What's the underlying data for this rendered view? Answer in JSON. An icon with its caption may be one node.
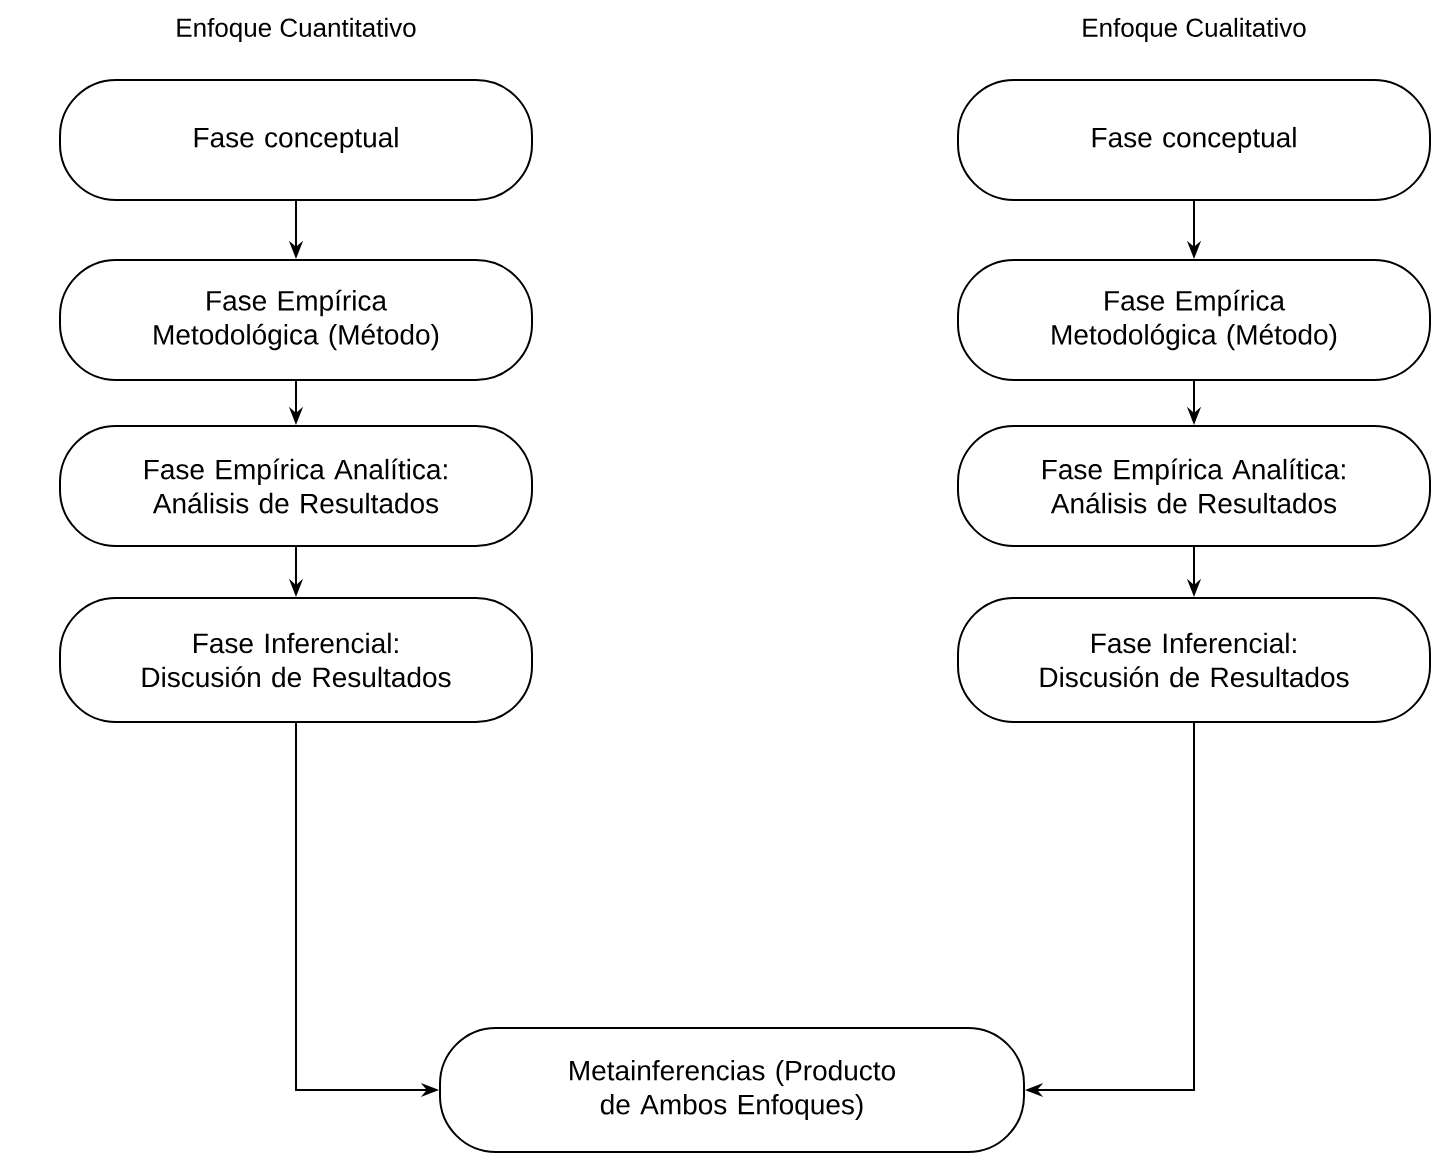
{
  "diagram": {
    "nodes": [
      {
        "text": [
          "Fase conceptual"
        ]
      },
      {
        "text": [
          "Fase Empírica Metodológica (Método)"
        ]
      },
      {
        "text": [
          "Fase Empírica Analítica: Análisis de Resultados"
        ]
      },
      {
        "text": [
          "Fase Inferencial: Discusión de Resultados"
        ]
      },
      {
        "text": [
          "Fase conceptual"
        ]
      },
      {
        "text": [
          "Fase Empírica Metodológica (Método)"
        ]
      },
      {
        "text": [
          "Fase Empírica Analítica: Análisis de Resultados"
        ]
      },
      {
        "text": [
          "Fase Inferencial: Discusión de Resultados"
        ]
      },
      {
        "text": [
          "Metainferencias (Producto de Ambos Enfoques)"
        ]
      }
    ],
    "edges": [
      {
        "from": 0,
        "to": 1,
        "arrow": "to"
      },
      {
        "from": 1,
        "to": 2,
        "arrow": "to"
      },
      {
        "from": 2,
        "to": 3,
        "arrow": "to"
      },
      {
        "from": 4,
        "to": 5,
        "arrow": "to"
      },
      {
        "from": 5,
        "to": 6,
        "arrow": "to"
      },
      {
        "from": 6,
        "to": 7,
        "arrow": "to"
      },
      {
        "from": 3,
        "to": 8,
        "arrow": "to"
      },
      {
        "from": 7,
        "to": 8,
        "arrow": "to"
      }
    ],
    "labels": [
      "Enfoque Cuantitativo",
      "Enfoque Cualitativo"
    ]
  }
}
